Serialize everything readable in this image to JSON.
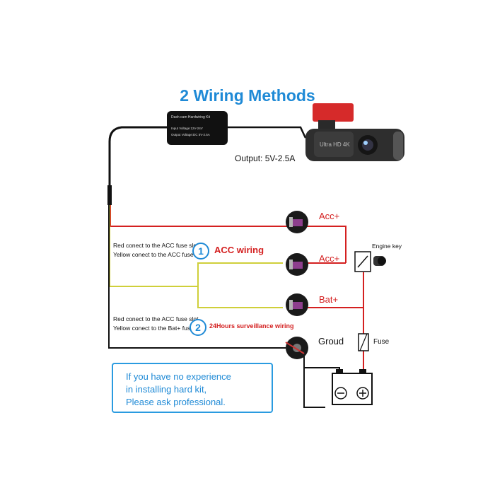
{
  "title": "2 Wiring Methods",
  "kit": {
    "name": "Dash cam Hardwiring Kit",
    "input": "Input Voltage:12V-24V",
    "output": "Output Voltage:DC 5V-2.5A"
  },
  "camera_label": "Ultra HD 4K",
  "output_label": "Output: 5V-2.5A",
  "method1": {
    "number": "1",
    "name": "ACC wiring",
    "note_red": "Red conect to the ACC fuse slot",
    "note_yellow": "Yellow conect to the ACC fuse slot"
  },
  "method2": {
    "number": "2",
    "name": "24Hours surveillance wiring",
    "note_red": "Red conect to the ACC fuse slot",
    "note_yellow": "Yellow conect to the Bat+ fuse slot"
  },
  "labels": {
    "acc1": "Acc+",
    "acc2": "Acc+",
    "bat": "Bat+",
    "engine_key": "Engine key",
    "ground": "Groud",
    "fuse": "Fuse"
  },
  "notice": {
    "line1": "If you have no experience",
    "line2": "in installing hard kit,",
    "line3": "Please ask professional."
  },
  "colors": {
    "red_wire": "#d42020",
    "yellow_wire": "#cfcf3a",
    "black_wire": "#111111",
    "accent_blue": "#1f8ad6",
    "camera_mount": "#d62a2a"
  }
}
